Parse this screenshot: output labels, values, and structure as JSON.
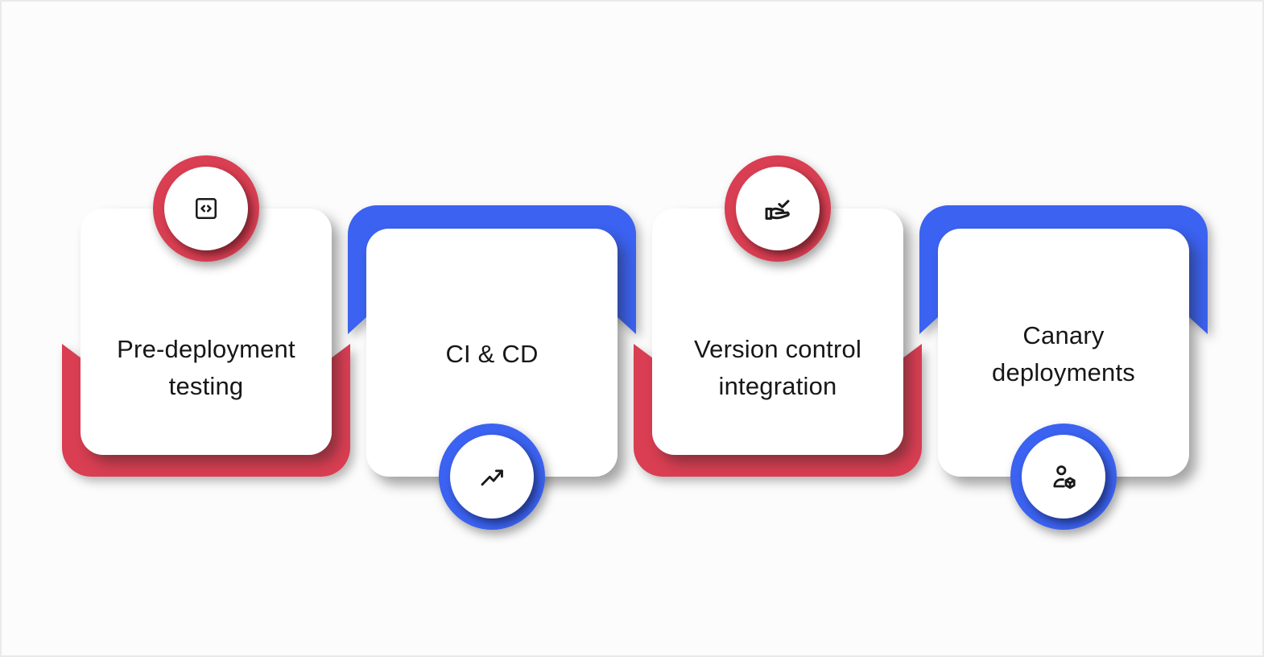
{
  "page": {
    "background_color": "#FCFCFC",
    "border_color": "#EAEAEA"
  },
  "colors": {
    "red_accent": "#D93E52",
    "blue_accent": "#3B62F0",
    "card_background": "#FFFFFF",
    "title_text": "#171717",
    "icon_stroke": "#1A1A1A"
  },
  "cards": [
    {
      "title": "Pre-deployment testing",
      "lines": [
        "Pre-deployment",
        "testing"
      ],
      "accent": "red",
      "icon": "code-square-icon",
      "icon_position": "top"
    },
    {
      "title": "CI & CD",
      "lines": [
        "CI & CD",
        ""
      ],
      "accent": "blue",
      "icon": "trending-up-icon",
      "icon_position": "bottom"
    },
    {
      "title": "Version control integration",
      "lines": [
        "Version control",
        "integration"
      ],
      "accent": "red",
      "icon": "hand-check-icon",
      "icon_position": "top"
    },
    {
      "title": "Canary deployments",
      "lines": [
        "Canary",
        "deployments"
      ],
      "accent": "blue",
      "icon": "user-cube-icon",
      "icon_position": "bottom"
    }
  ]
}
